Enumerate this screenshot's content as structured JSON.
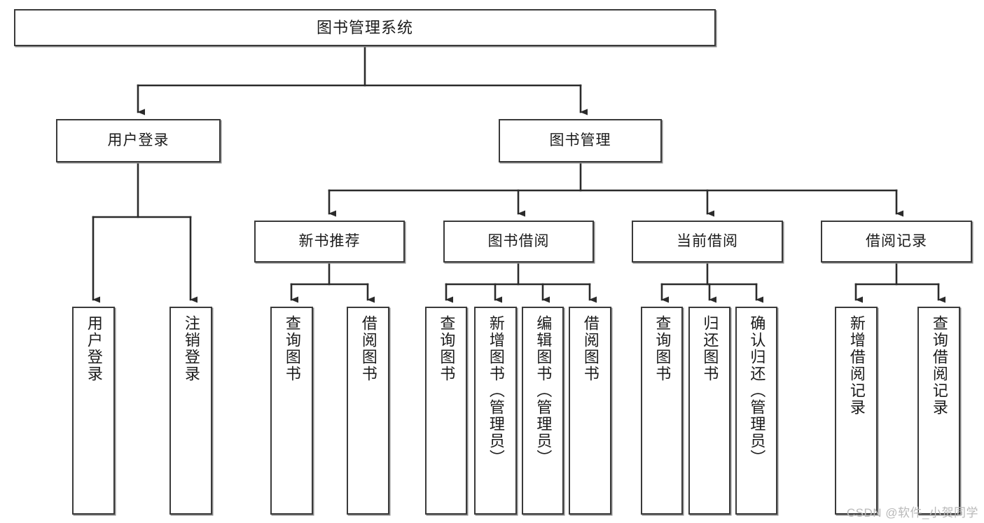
{
  "diagram": {
    "title": "图书管理系统",
    "type": "tree",
    "root": "图书管理系统",
    "levels": [
      {
        "level": 1,
        "nodes": [
          {
            "id": "root",
            "label": "图书管理系统",
            "orientation": "horizontal"
          }
        ]
      },
      {
        "level": 2,
        "nodes": [
          {
            "id": "login",
            "label": "用户登录",
            "parent": "root",
            "orientation": "horizontal"
          },
          {
            "id": "bookmgmt",
            "label": "图书管理",
            "parent": "root",
            "orientation": "horizontal"
          }
        ]
      },
      {
        "level": 3,
        "nodes": [
          {
            "id": "newbook",
            "label": "新书推荐",
            "parent": "bookmgmt",
            "orientation": "horizontal"
          },
          {
            "id": "borrow",
            "label": "图书借阅",
            "parent": "bookmgmt",
            "orientation": "horizontal"
          },
          {
            "id": "current",
            "label": "当前借阅",
            "parent": "bookmgmt",
            "orientation": "horizontal"
          },
          {
            "id": "records",
            "label": "借阅记录",
            "parent": "bookmgmt",
            "orientation": "horizontal"
          }
        ]
      },
      {
        "level": 4,
        "nodes": [
          {
            "id": "leaf-login-1",
            "label": "用户登录",
            "parent": "login",
            "orientation": "vertical"
          },
          {
            "id": "leaf-login-2",
            "label": "注销登录",
            "parent": "login",
            "orientation": "vertical"
          },
          {
            "id": "leaf-new-1",
            "label": "查询图书",
            "parent": "newbook",
            "orientation": "vertical"
          },
          {
            "id": "leaf-new-2",
            "label": "借阅图书",
            "parent": "newbook",
            "orientation": "vertical"
          },
          {
            "id": "leaf-borrow-1",
            "label": "查询图书",
            "parent": "borrow",
            "orientation": "vertical"
          },
          {
            "id": "leaf-borrow-2",
            "label": "新增图书（管理员）",
            "parent": "borrow",
            "orientation": "vertical"
          },
          {
            "id": "leaf-borrow-3",
            "label": "编辑图书（管理员）",
            "parent": "borrow",
            "orientation": "vertical"
          },
          {
            "id": "leaf-borrow-4",
            "label": "借阅图书",
            "parent": "borrow",
            "orientation": "vertical"
          },
          {
            "id": "leaf-cur-1",
            "label": "查询图书",
            "parent": "current",
            "orientation": "vertical"
          },
          {
            "id": "leaf-cur-2",
            "label": "归还图书",
            "parent": "current",
            "orientation": "vertical"
          },
          {
            "id": "leaf-cur-3",
            "label": "确认归还（管理员）",
            "parent": "current",
            "orientation": "vertical"
          },
          {
            "id": "leaf-rec-1",
            "label": "新增借阅记录",
            "parent": "records",
            "orientation": "vertical"
          },
          {
            "id": "leaf-rec-2",
            "label": "查询借阅记录",
            "parent": "records",
            "orientation": "vertical"
          }
        ]
      }
    ],
    "colors": {
      "box_border": "#3a3a3a",
      "box_fill": "#ffffff",
      "box_shadow": "#8d8d8d",
      "connector": "#2b2b2b",
      "text": "#1b1b1b",
      "watermark": "#b9b9b9",
      "background": "#ffffff"
    }
  },
  "watermark": {
    "text": "CSDN @软件_小贺同学"
  }
}
